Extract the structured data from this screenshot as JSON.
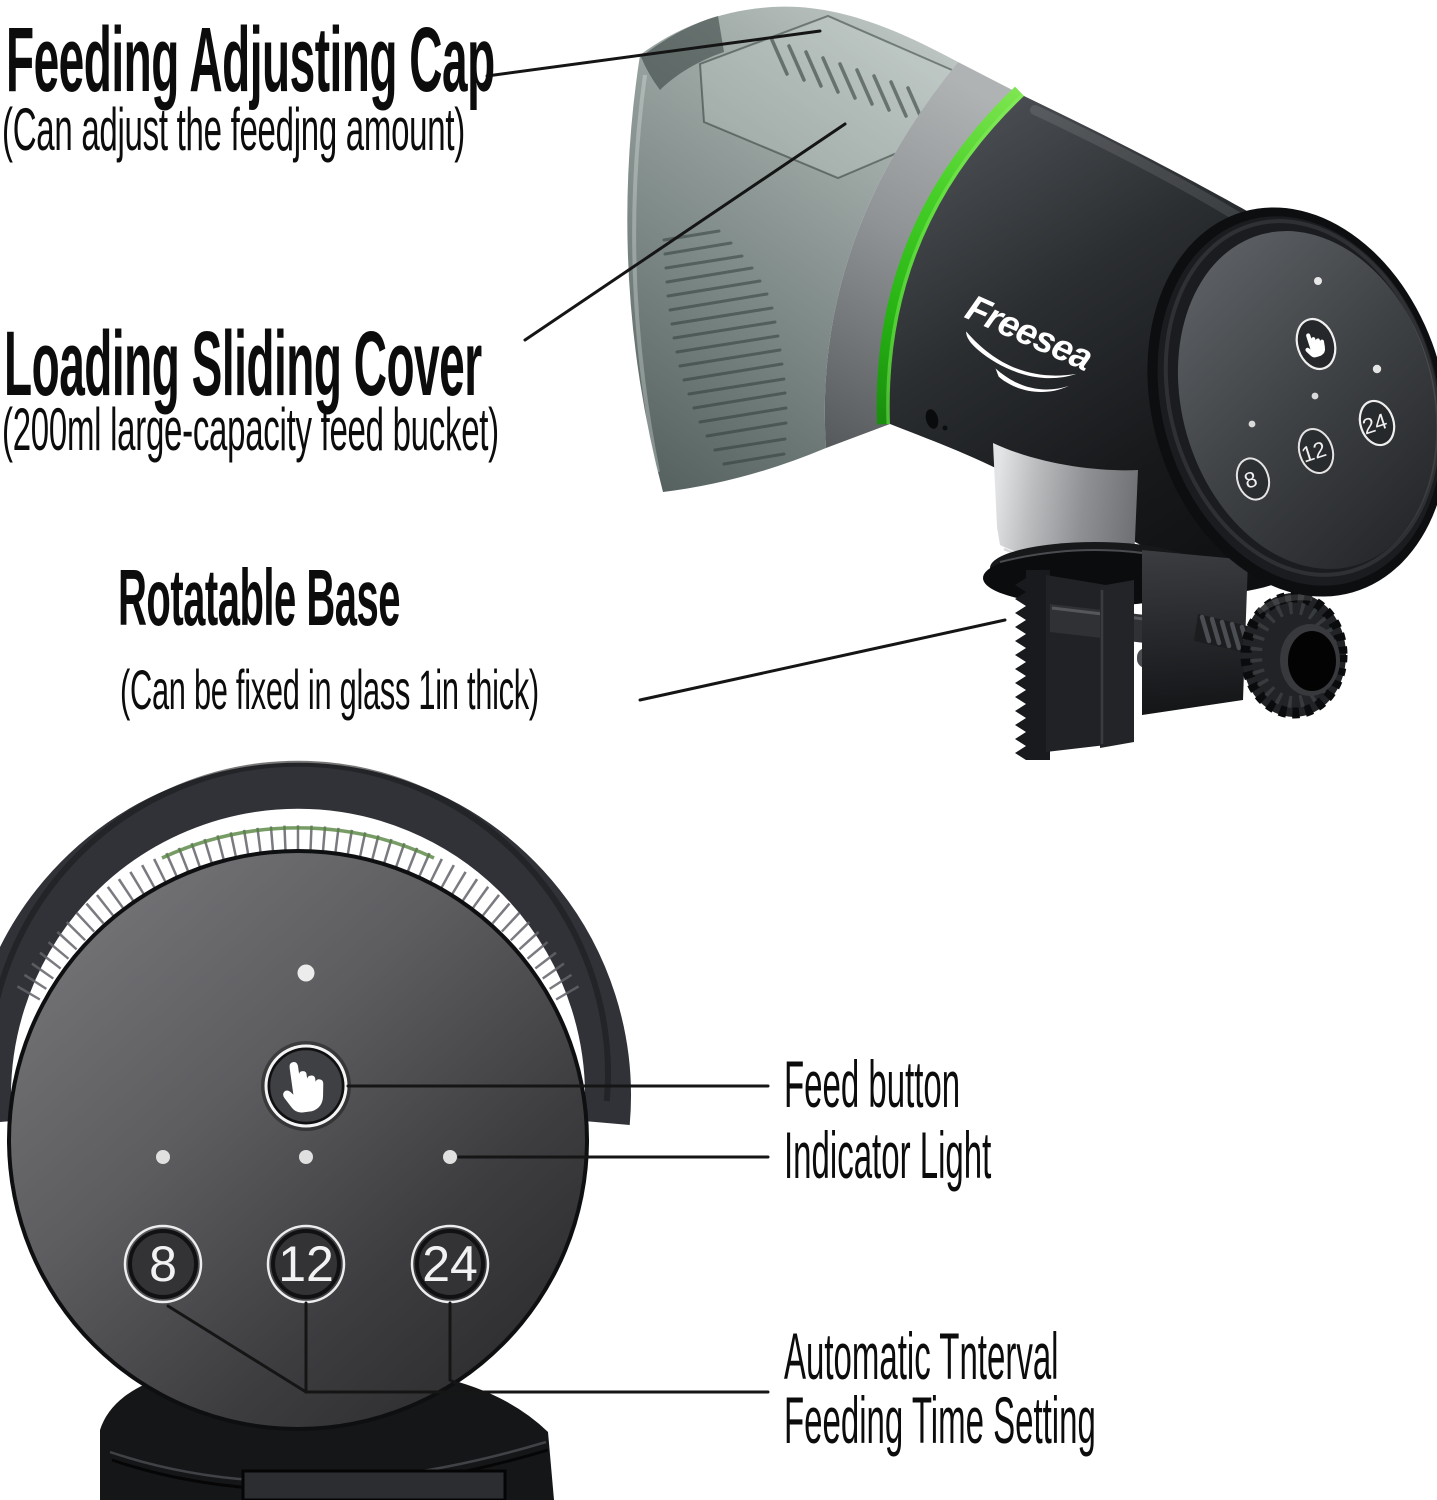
{
  "brand": {
    "logo_text": "Freesea"
  },
  "annotations": {
    "feeding_cap": {
      "title": "Feeding Adjusting Cap",
      "subtitle": "(Can adjust the feedjng amount)"
    },
    "sliding_cover": {
      "title": "Loading Sliding Cover",
      "subtitle": "(200ml large-capacity feed bucket)"
    },
    "rotatable_base": {
      "title": "Rotatable Base",
      "subtitle": "(Can be fixed in glass 1in thick)"
    },
    "feed_button": {
      "label": "Feed button"
    },
    "indicator_light": {
      "label": "Indicator Light"
    },
    "interval_setting": {
      "line1": "Automatic Tnterval",
      "line2": "Feeding Time Setting"
    }
  },
  "device": {
    "interval_buttons": [
      "8",
      "12",
      "24"
    ],
    "accent_green": "#46cf27"
  }
}
